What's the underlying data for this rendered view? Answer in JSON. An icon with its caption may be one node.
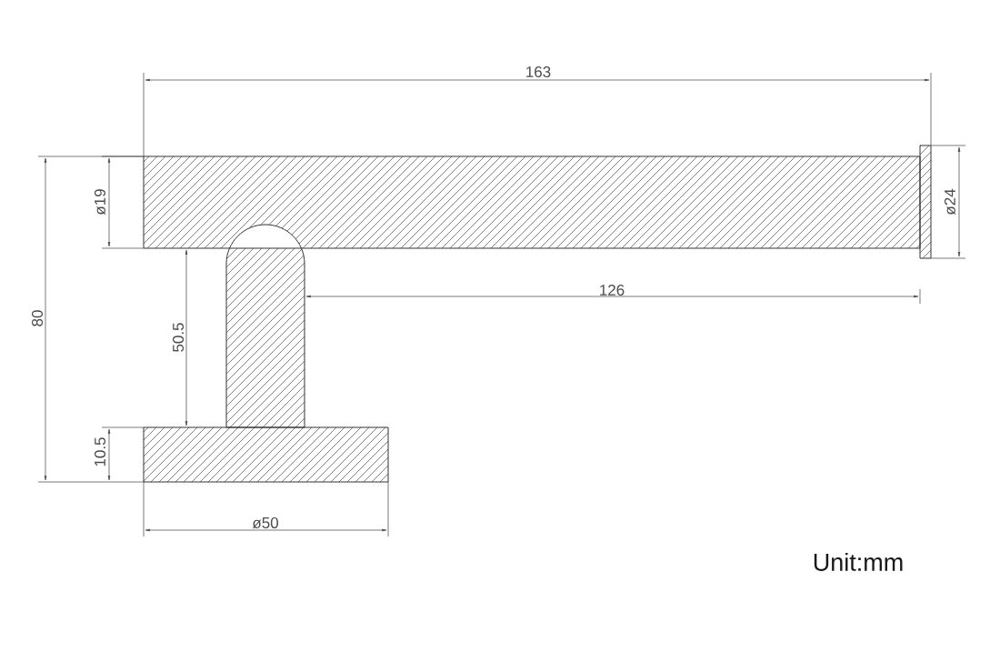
{
  "diagram": {
    "labels": [
      "163",
      "ø19",
      "ø24",
      "126",
      "80",
      "50.5",
      "10.5",
      "ø50",
      "Unit:mm"
    ]
  }
}
